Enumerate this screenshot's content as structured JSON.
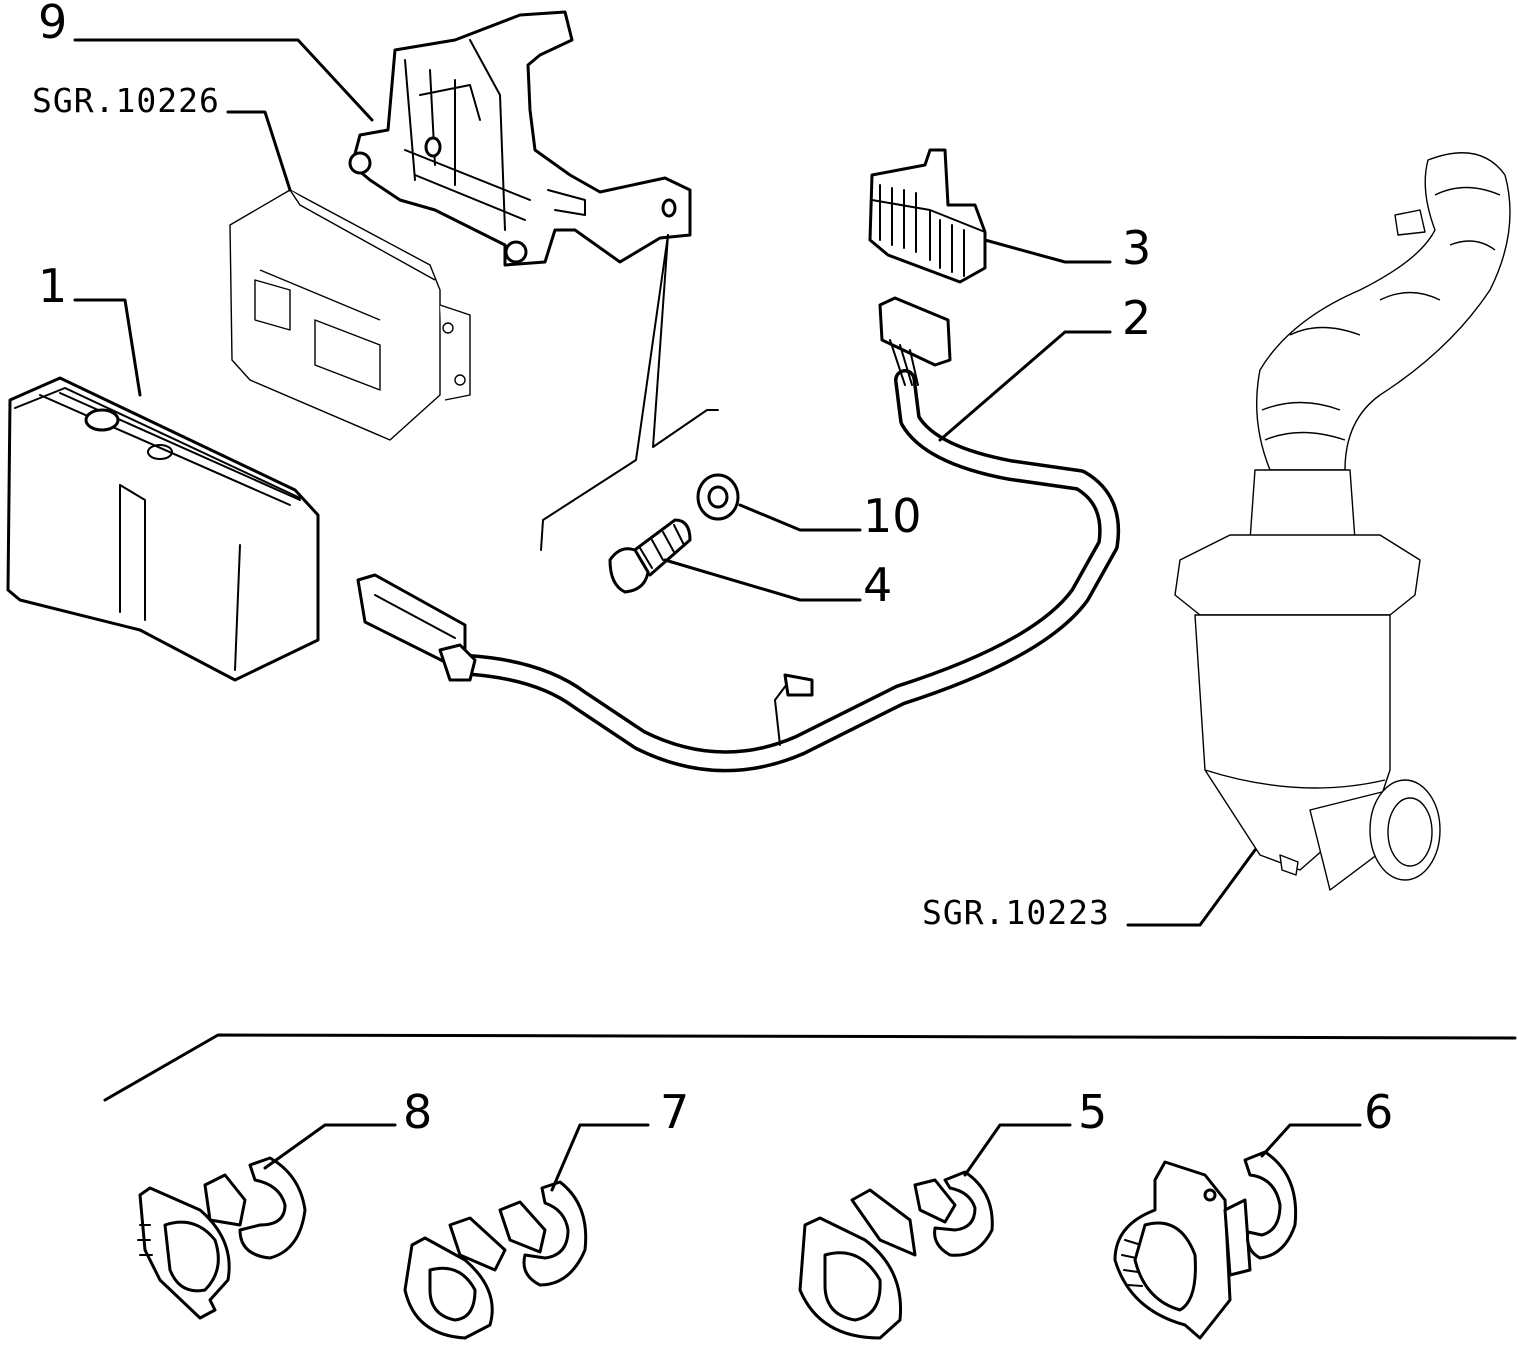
{
  "callouts": {
    "c1": "1",
    "c2": "2",
    "c3": "3",
    "c4": "4",
    "c5": "5",
    "c6": "6",
    "c7": "7",
    "c8": "8",
    "c9": "9",
    "c10": "10"
  },
  "references": {
    "ecu": "SGR.10226",
    "converter": "SGR.10223"
  }
}
